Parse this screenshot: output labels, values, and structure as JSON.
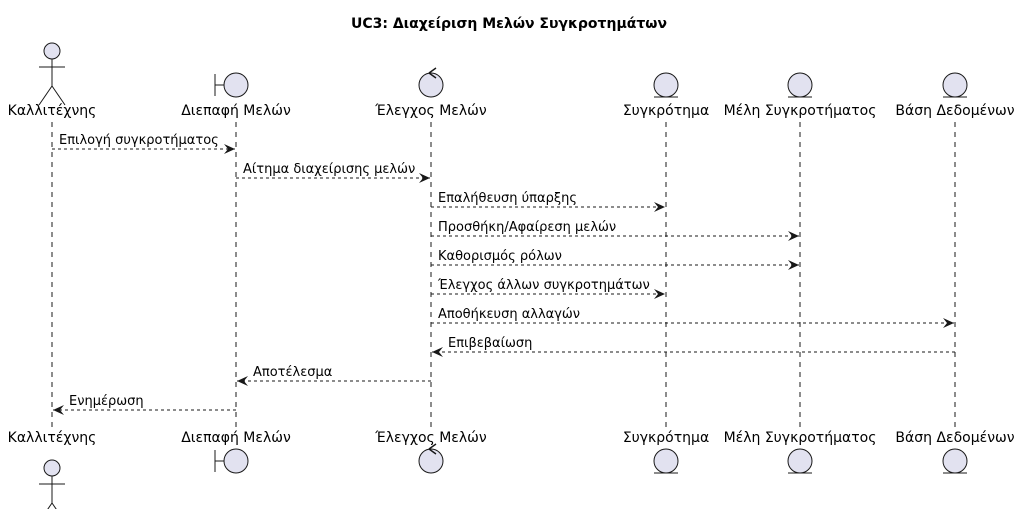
{
  "title": "UC3: Διαχείριση Μελών Συγκροτημάτων",
  "colors": {
    "shape_fill": "#e2e2f0",
    "shape_stroke": "#181818",
    "lifeline": "#181818",
    "arrow": "#181818",
    "text": "#000000"
  },
  "participants": [
    {
      "id": "artist",
      "label": "Καλλιτέχνης",
      "kind": "actor"
    },
    {
      "id": "ui",
      "label": "Διεπαφή Μελών",
      "kind": "boundary"
    },
    {
      "id": "ctrl",
      "label": "Έλεγχος Μελών",
      "kind": "control"
    },
    {
      "id": "band",
      "label": "Συγκρότημα",
      "kind": "entity"
    },
    {
      "id": "members",
      "label": "Μέλη Συγκροτήματος",
      "kind": "entity"
    },
    {
      "id": "db",
      "label": "Βάση Δεδομένων",
      "kind": "entity"
    }
  ],
  "messages": [
    {
      "from": "artist",
      "to": "ui",
      "label": "Επιλογή συγκροτήματος"
    },
    {
      "from": "ui",
      "to": "ctrl",
      "label": "Αίτημα διαχείρισης μελών"
    },
    {
      "from": "ctrl",
      "to": "band",
      "label": "Επαλήθευση ύπαρξης"
    },
    {
      "from": "ctrl",
      "to": "members",
      "label": "Προσθήκη/Αφαίρεση μελών"
    },
    {
      "from": "ctrl",
      "to": "members",
      "label": "Καθορισμός ρόλων"
    },
    {
      "from": "ctrl",
      "to": "band",
      "label": "Έλεγχος άλλων συγκροτημάτων"
    },
    {
      "from": "ctrl",
      "to": "db",
      "label": "Αποθήκευση αλλαγών"
    },
    {
      "from": "db",
      "to": "ctrl",
      "label": "Επιβεβαίωση"
    },
    {
      "from": "ctrl",
      "to": "ui",
      "label": "Αποτέλεσμα"
    },
    {
      "from": "ui",
      "to": "artist",
      "label": "Ενημέρωση"
    }
  ]
}
